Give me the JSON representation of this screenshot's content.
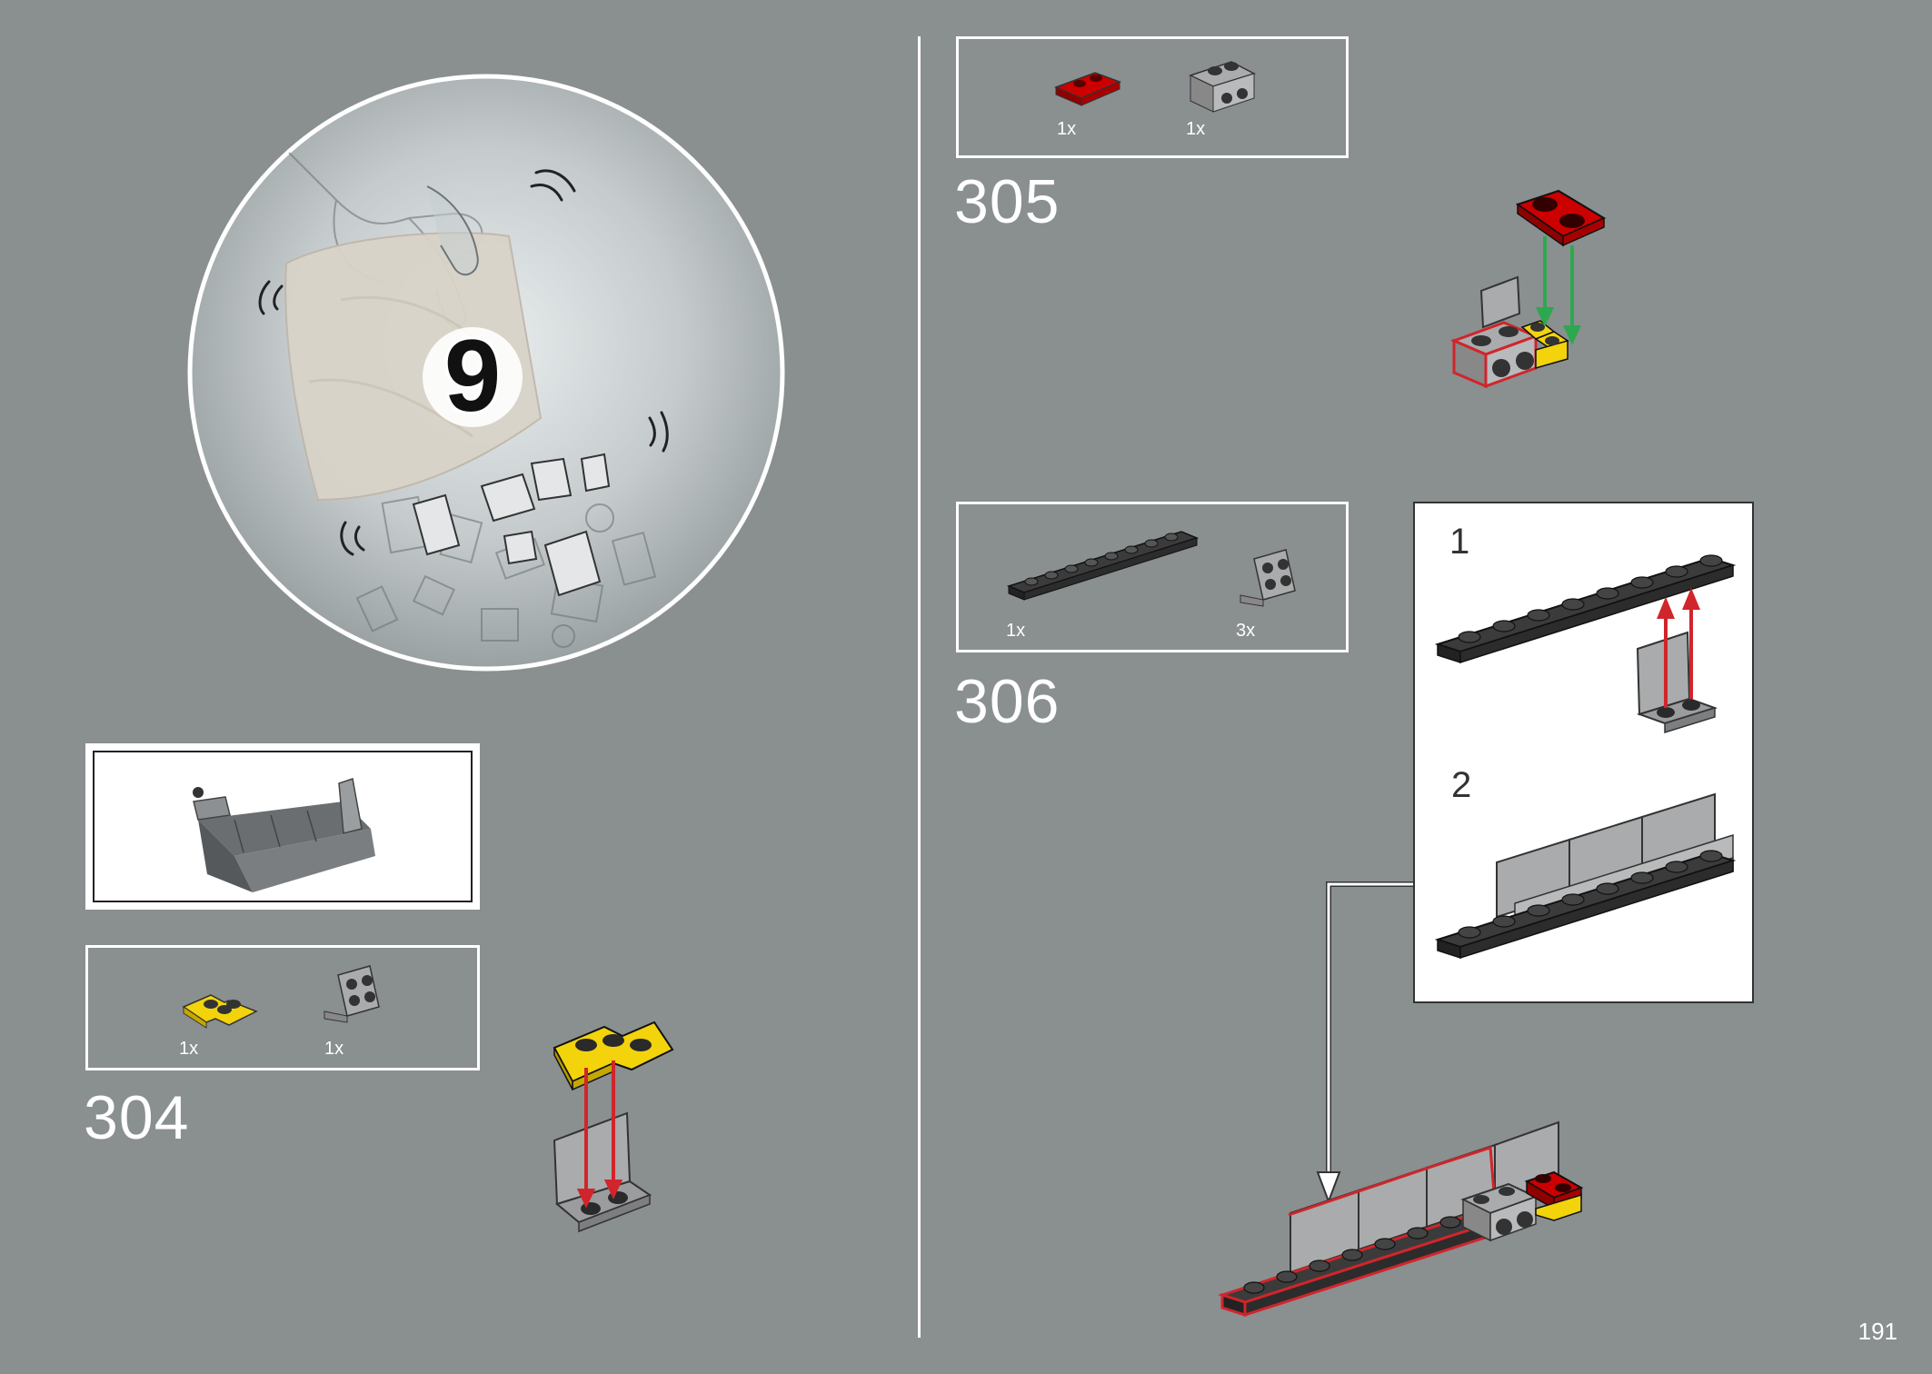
{
  "page": {
    "number": "191"
  },
  "bag": {
    "number": "9"
  },
  "steps": [
    {
      "number": "304",
      "parts": [
        {
          "name": "yellow-corner-plate",
          "qty": "1x"
        },
        {
          "name": "gray-bracket-plate",
          "qty": "1x"
        }
      ]
    },
    {
      "number": "305",
      "parts": [
        {
          "name": "red-plate-1x2",
          "qty": "1x"
        },
        {
          "name": "gray-brick-with-studs-on-side",
          "qty": "1x"
        }
      ]
    },
    {
      "number": "306",
      "parts": [
        {
          "name": "dark-gray-plate-1x8",
          "qty": "1x"
        },
        {
          "name": "gray-bracket-plate",
          "qty": "3x"
        }
      ]
    }
  ],
  "substeps": [
    {
      "number": "1"
    },
    {
      "number": "2"
    }
  ],
  "colors": {
    "background": "#8a8f90",
    "red": "#cc0000",
    "yellow": "#f2d30c",
    "dark_gray": "#3b3b3b",
    "light_gray": "#a9abac",
    "green_arrow": "#2ea84f",
    "red_arrow": "#d0252b"
  }
}
